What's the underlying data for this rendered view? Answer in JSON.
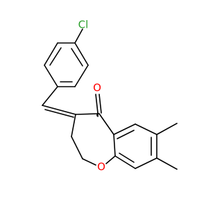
{
  "atoms": {
    "chlorine": {
      "label": "Cl",
      "color": "#2ca02c"
    },
    "ketone_oxygen": {
      "label": "O",
      "color": "#ff0000"
    },
    "ring_oxygen": {
      "label": "O",
      "color": "#ff0000"
    }
  },
  "colors": {
    "bond": "#000000",
    "background": "#ffffff"
  }
}
